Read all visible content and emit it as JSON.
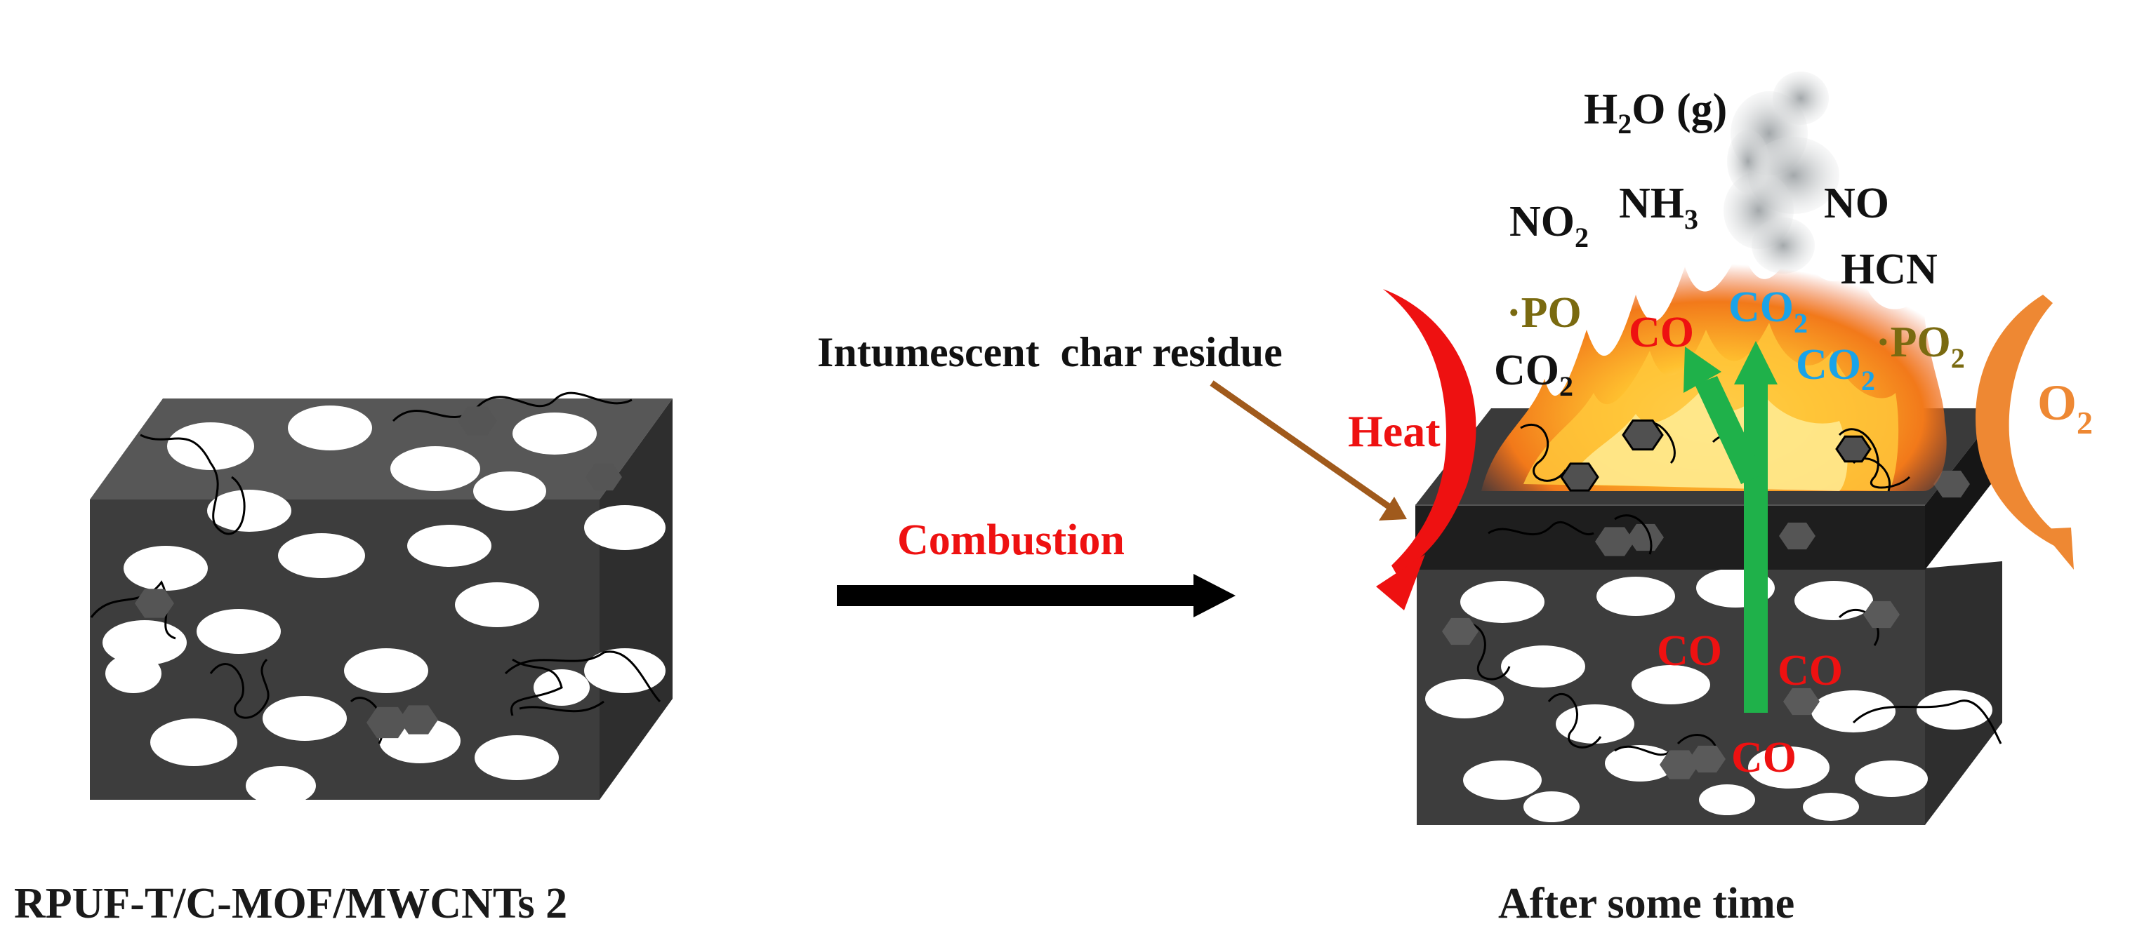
{
  "labels": {
    "left_caption": "RPUF-T/C-MOF/MWCNTs 2",
    "right_caption": "After some time",
    "process_arrow": "Combustion",
    "char_residue": "Intumescent  char residue",
    "heat": "Heat",
    "oxygen": {
      "base": "O",
      "sub": "2"
    }
  },
  "gases": {
    "water": {
      "base": "H",
      "sub": "2",
      "rest": "O (g)"
    },
    "no2": {
      "base": "NO",
      "sub": "2"
    },
    "nh3": {
      "base": "NH",
      "sub": "3"
    },
    "no": "NO",
    "hcn": "HCN",
    "po": "·PO",
    "po2": {
      "base": "·PO",
      "sub": "2"
    },
    "co2_black": {
      "base": "CO",
      "sub": "2"
    },
    "co2_blue_1": {
      "base": "CO",
      "sub": "2"
    },
    "co2_blue_2": {
      "base": "CO",
      "sub": "2"
    },
    "co_top": "CO",
    "co_1": "CO",
    "co_2": "CO",
    "co_3": "CO"
  },
  "colors": {
    "foam_front": "#3d3d3d",
    "foam_top": "#575757",
    "foam_side": "#2e2e2e",
    "char_layer": "#1e1e1e",
    "heat_red": "#ee1111",
    "oxygen_orange": "#ee8833",
    "co_red": "#ee1111",
    "co2_blue": "#1aa3e8",
    "po_olive": "#7a6a10",
    "green_arrow": "#1fb14a",
    "char_arrow": "#a05a1c",
    "process_arrow": "#000000",
    "flame_outer": "#f28c1c",
    "flame_inner": "#ffd040",
    "smoke": "#b8bcbe"
  }
}
